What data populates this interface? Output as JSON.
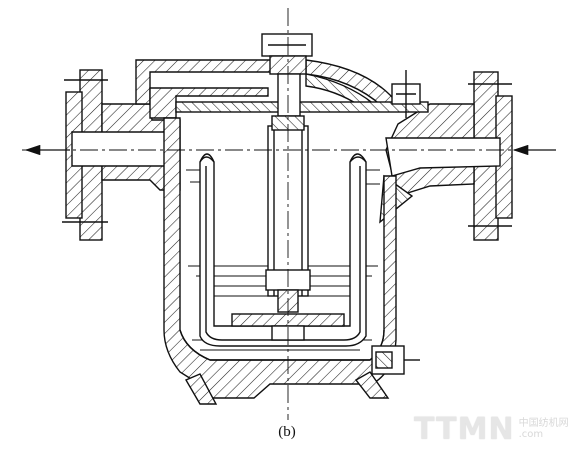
{
  "caption": "(b)",
  "watermark": {
    "letters": "TTMN",
    "cn_text": "中国纺机网",
    "domain_text": ".com"
  },
  "colors": {
    "ink": "#111111",
    "background": "#ffffff"
  }
}
